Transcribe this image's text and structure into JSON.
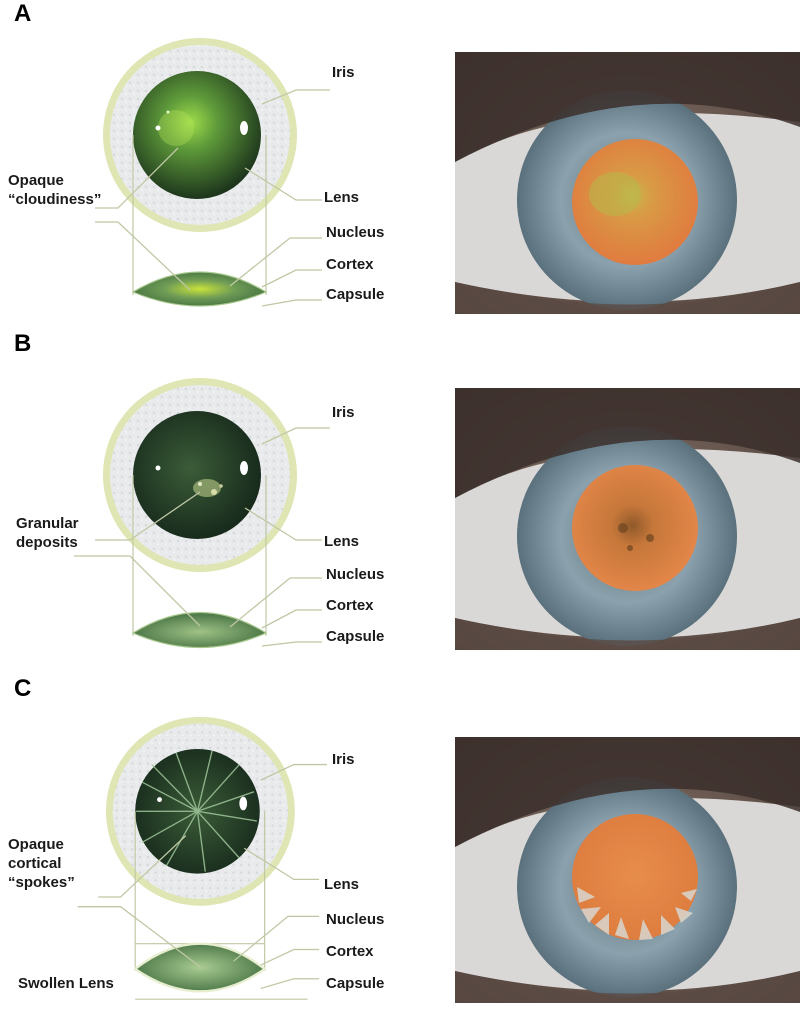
{
  "panels": [
    {
      "letter": "A",
      "labels": {
        "iris": "Iris",
        "lens": "Lens",
        "nucleus": "Nucleus",
        "cortex": "Cortex",
        "capsule": "Capsule",
        "opacity_line1": "Opaque",
        "opacity_line2": "“cloudiness”"
      },
      "opacity_type": "cloudiness"
    },
    {
      "letter": "B",
      "labels": {
        "iris": "Iris",
        "lens": "Lens",
        "nucleus": "Nucleus",
        "cortex": "Cortex",
        "capsule": "Capsule",
        "opacity_line1": "Granular",
        "opacity_line2": "deposits"
      },
      "opacity_type": "granular"
    },
    {
      "letter": "C",
      "labels": {
        "iris": "Iris",
        "lens": "Lens",
        "nucleus": "Nucleus",
        "cortex": "Cortex",
        "capsule": "Capsule",
        "opacity_line1": "Opaque",
        "opacity_line2": "cortical",
        "opacity_line3": "“spokes”",
        "swollen": "Swollen Lens"
      },
      "opacity_type": "spokes"
    }
  ],
  "colors": {
    "iris_ring": "#dfe6b4",
    "iris_fill": "#e9ebec",
    "lens_dark": "#1f3a1f",
    "lens_mid": "#3f6b3a",
    "lens_bright": "#7fbf3a",
    "pupil_orange": "#e88b4a",
    "eye_iris_blue": "#7f97a4",
    "skin": "#6f5b52"
  }
}
